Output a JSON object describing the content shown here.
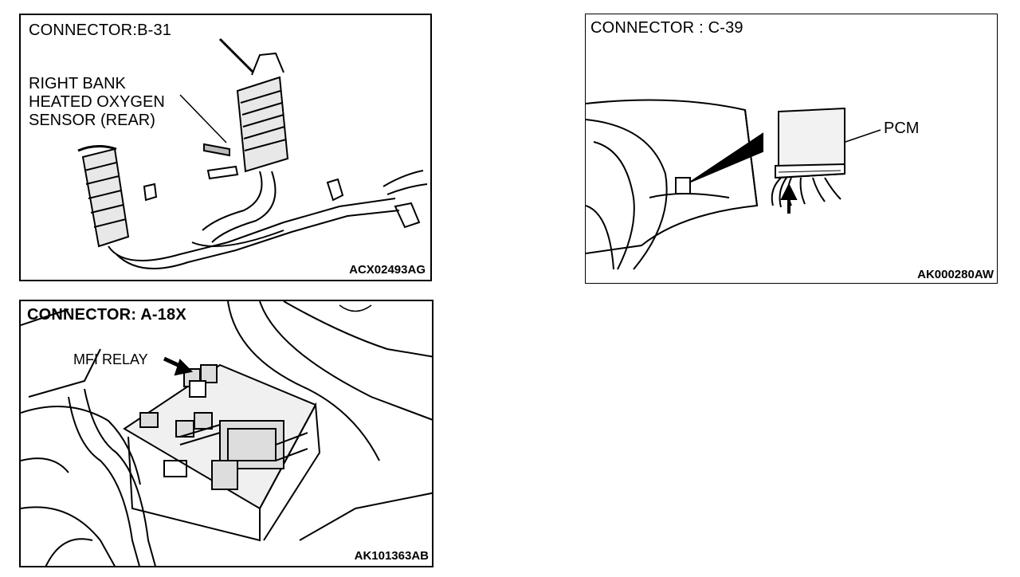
{
  "panels": [
    {
      "title": "CONNECTOR:B-31",
      "label": "RIGHT BANK\nHEATED OXYGEN\nSENSOR (REAR)",
      "code": "ACX02493AG"
    },
    {
      "title": "CONNECTOR : C-39",
      "label": "PCM",
      "code": "AK000280AW"
    },
    {
      "title": "CONNECTOR: A-18X",
      "label": "MFI RELAY",
      "code": "AK101363AB"
    }
  ],
  "icons": {
    "p1": "exhaust-catalytic-converter-illustration",
    "p2": "dashboard-pcm-illustration",
    "p3": "engine-bay-relay-box-illustration"
  }
}
